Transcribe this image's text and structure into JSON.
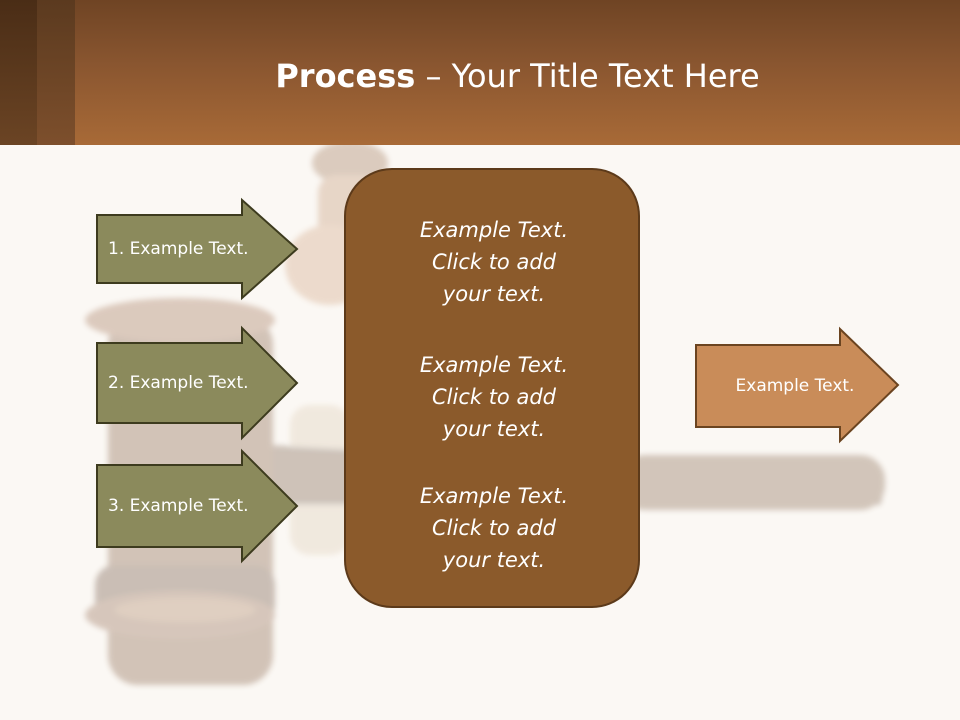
{
  "header": {
    "title_bold": "Process",
    "title_rest": " – Your Title Text Here"
  },
  "left_steps": [
    {
      "label": "1. Example Text."
    },
    {
      "label": "2. Example Text."
    },
    {
      "label": "3. Example Text."
    }
  ],
  "center_box": {
    "paragraphs": [
      {
        "line1": "Example Text.",
        "line2": "Click  to add",
        "line3": "your text."
      },
      {
        "line1": "Example Text.",
        "line2": "Click  to add",
        "line3": "your text."
      },
      {
        "line1": "Example Text.",
        "line2": "Click  to add",
        "line3": "your text."
      }
    ]
  },
  "right_arrow": {
    "label": "Example Text."
  },
  "colors": {
    "header": "#8a5630",
    "left_arrow_fill": "#8b8a5c",
    "left_arrow_stroke": "#3d3b1e",
    "center_fill": "#8b5a2b",
    "right_arrow_fill": "#c98c59",
    "right_arrow_stroke": "#6b4420"
  }
}
